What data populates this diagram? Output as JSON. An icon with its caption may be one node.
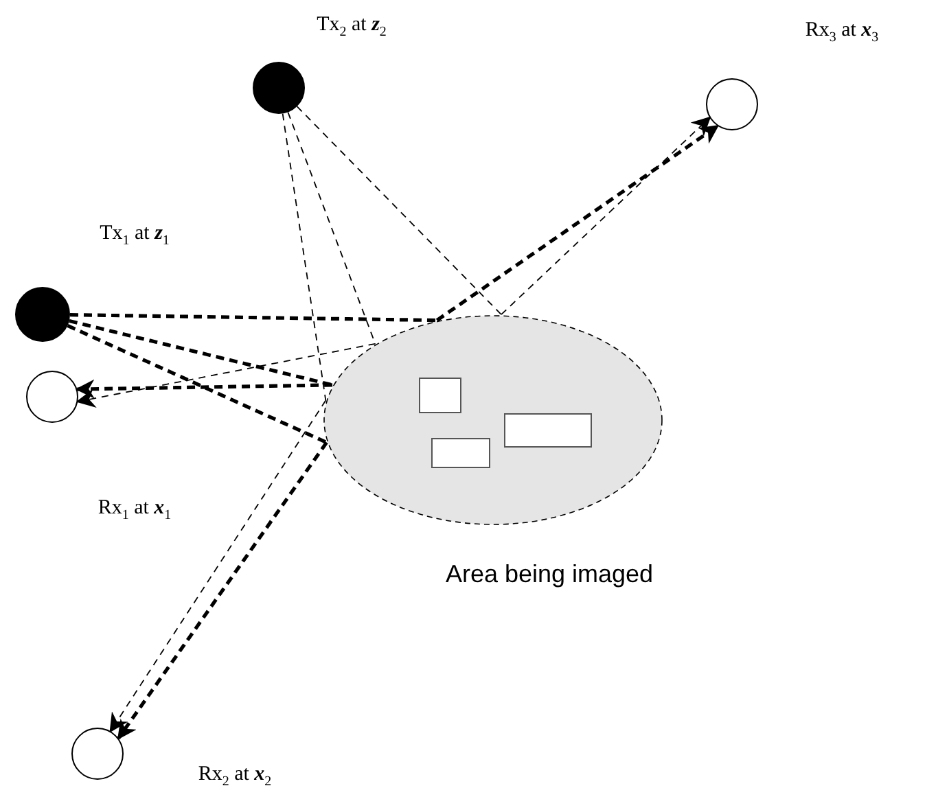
{
  "diagram": {
    "nodes": [
      {
        "text": [
          "Tx$_{2}$ at **z**$_{2}$"
        ]
      },
      {
        "text": [
          "Rx$_{3}$ at **x**$_{3}$"
        ]
      },
      {
        "text": [
          "Tx$_{1}$ at **z**$_{1}$"
        ]
      },
      {
        "text": [
          "Rx$_{1}$ at **x**$_{1}$"
        ]
      },
      {
        "text": [
          "Area being imaged"
        ]
      },
      {
        "text": [],
        "shape": "box",
        "in": 4
      },
      {
        "text": [],
        "shape": "box",
        "in": 4
      },
      {
        "text": [],
        "shape": "box",
        "in": 4
      },
      {
        "text": [
          "Rx$_{2}$ at **x**$_{2}$"
        ]
      }
    ],
    "edges": [
      {
        "from": 2,
        "to": 4,
        "arrow": "none",
        "style": "dashed"
      },
      {
        "from": 2,
        "to": 4,
        "arrow": "none",
        "style": "dashed"
      },
      {
        "from": 2,
        "to": 4,
        "arrow": "none",
        "style": "dashed"
      },
      {
        "from": 4,
        "to": 1,
        "arrow": "to",
        "style": "dashed"
      },
      {
        "from": 4,
        "to": 3,
        "arrow": "to",
        "style": "dashed"
      },
      {
        "from": 4,
        "to": 8,
        "arrow": "to",
        "style": "dashed"
      },
      {
        "from": 0,
        "to": 4,
        "arrow": "none",
        "style": "dashed"
      },
      {
        "from": 0,
        "to": 4,
        "arrow": "none",
        "style": "dashed"
      },
      {
        "from": 0,
        "to": 4,
        "arrow": "none",
        "style": "dashed"
      },
      {
        "from": 4,
        "to": 1,
        "arrow": "to",
        "style": "dashed"
      },
      {
        "from": 4,
        "to": 3,
        "arrow": "to",
        "style": "dashed"
      },
      {
        "from": 4,
        "to": 8,
        "arrow": "to",
        "style": "dashed"
      }
    ]
  }
}
